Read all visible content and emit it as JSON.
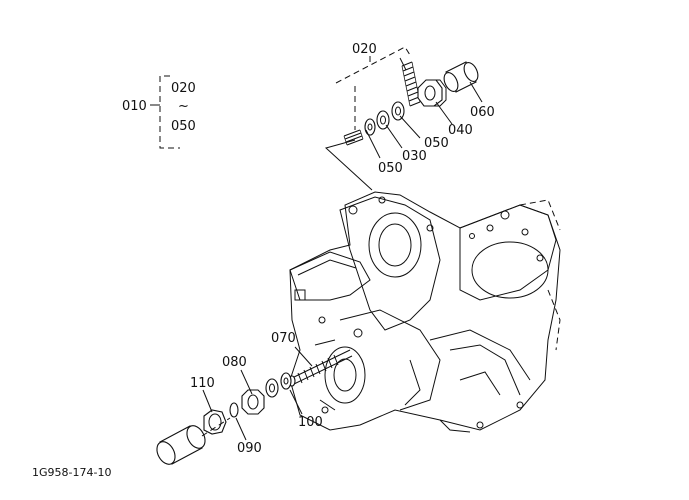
{
  "diagram": {
    "drawing_code": "1G958-174-10",
    "callouts": {
      "c010": "010",
      "c020_range_start": "020",
      "c050_range_end": "050",
      "tilde": "~",
      "c020_group": "020",
      "c030": "030",
      "c040": "040",
      "c050_outer": "050",
      "c050_inner": "050",
      "c060": "060",
      "c070": "070",
      "c080": "080",
      "c090": "090",
      "c100": "100",
      "c110": "110"
    }
  }
}
